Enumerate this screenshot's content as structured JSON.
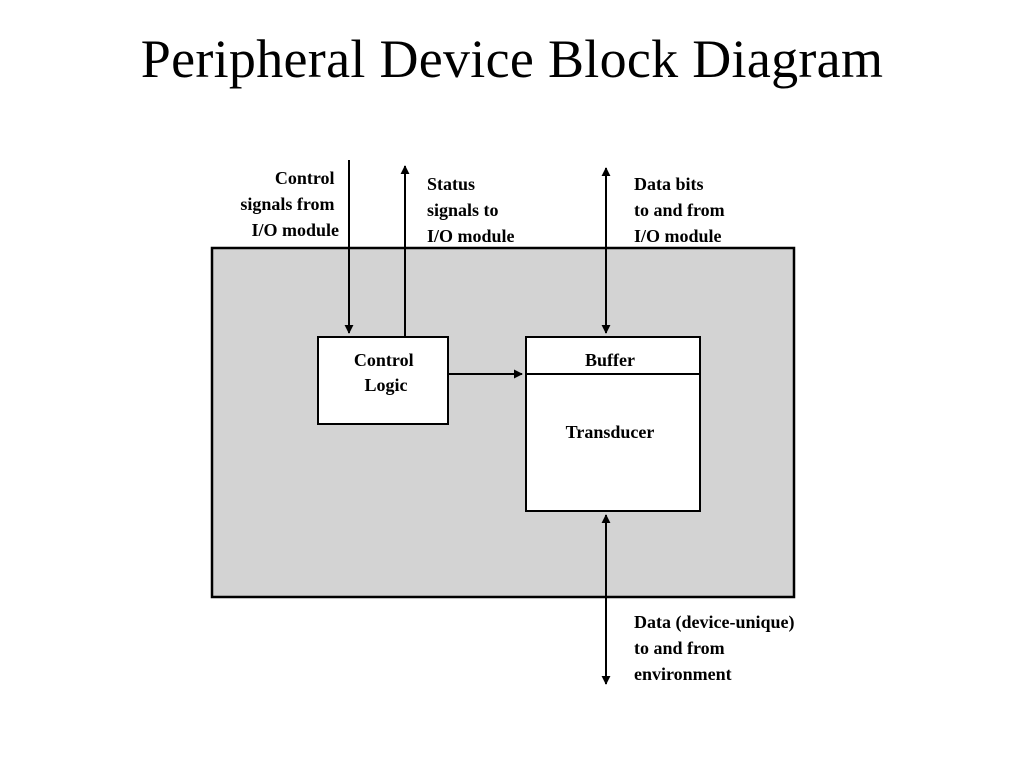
{
  "slide": {
    "title": "Peripheral Device Block Diagram"
  },
  "diagram": {
    "control_in_label": [
      "Control",
      "signals from",
      "I/O module"
    ],
    "status_out_label": [
      "Status",
      "signals to",
      "I/O module"
    ],
    "data_bits_label": [
      "Data bits",
      "to and from",
      "I/O module"
    ],
    "env_data_label": [
      "Data (device-unique)",
      "to and from",
      "environment"
    ],
    "control_logic_label": [
      "Control",
      "Logic"
    ],
    "buffer_label": "Buffer",
    "transducer_label": "Transducer"
  },
  "colors": {
    "device_fill": "#d3d3d3",
    "box_fill": "#ffffff",
    "stroke": "#000000"
  }
}
